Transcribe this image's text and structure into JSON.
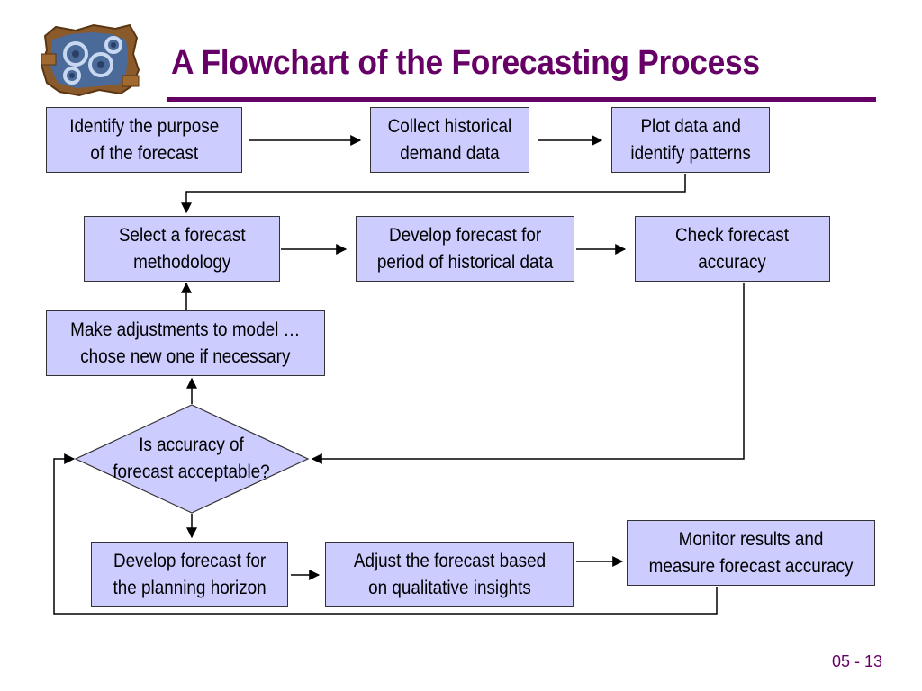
{
  "slide": {
    "title": "A Flowchart of the Forecasting Process",
    "page_number": "05 - 13"
  },
  "colors": {
    "title": "#660066",
    "rule": "#660066",
    "box_fill": "#ccccff",
    "box_border": "#333333",
    "connector": "#000000"
  },
  "logo": {
    "icon": "gears-through-broken-wall-icon"
  },
  "flowchart": {
    "identify_purpose": "Identify the purpose\nof the forecast",
    "collect_data": "Collect historical\ndemand data",
    "plot_data": "Plot data and\nidentify patterns",
    "select_method": "Select a forecast\nmethodology",
    "develop_historical": "Develop forecast for\nperiod of historical data",
    "check_accuracy": "Check forecast\naccuracy",
    "make_adjustments": "Make adjustments to model …\nchose new one if necessary",
    "decision": "Is accuracy of\nforecast acceptable?",
    "develop_planning": "Develop forecast for\nthe planning horizon",
    "adjust_qualitative": "Adjust the forecast based\non qualitative insights",
    "monitor_results": "Monitor results and\nmeasure forecast accuracy"
  }
}
